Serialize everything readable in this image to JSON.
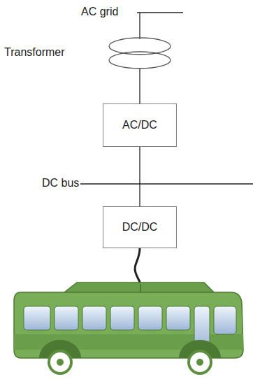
{
  "diagram": {
    "nodes": [
      {
        "text": [
          "AC/DC"
        ]
      },
      {
        "text": [
          "DC/DC"
        ]
      }
    ],
    "edges": [
      {
        "from": 0,
        "to": 1,
        "arrow": "none"
      }
    ],
    "labels": [
      "AC grid",
      "Transformer",
      "DC bus"
    ]
  }
}
